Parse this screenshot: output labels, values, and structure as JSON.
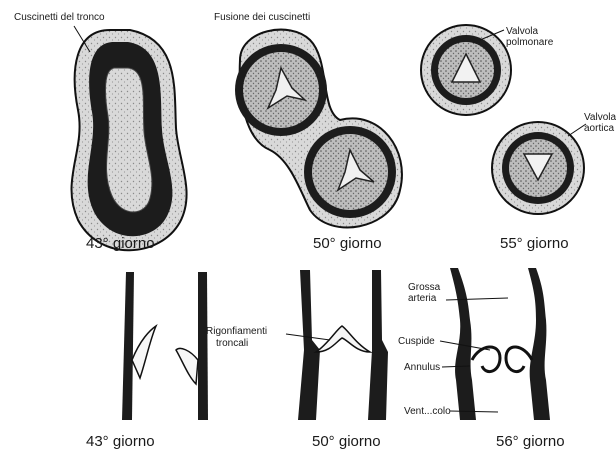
{
  "top_row": {
    "panel_43": {
      "label": "Cuscinetti del tronco",
      "day": "43° giorno"
    },
    "panel_50": {
      "label": "Fusione dei cuscinetti",
      "day": "50° giorno"
    },
    "panel_55": {
      "label_pulmonary": [
        "Valvola",
        "polmonare"
      ],
      "label_aortic": [
        "Valvola",
        "aortica"
      ],
      "day": "55° giorno"
    }
  },
  "bottom_row": {
    "panel_43": {
      "day": "43° giorno"
    },
    "panel_50": {
      "label_swellings": [
        "Rigonfiamenti",
        "troncali"
      ],
      "day": "50° giorno"
    },
    "panel_56": {
      "label_artery": [
        "Grossa",
        "arteria"
      ],
      "label_cusp": "Cuspide",
      "label_annulus": "Annulus",
      "label_ventricle": "Vent...colo",
      "day": "56° giorno"
    }
  }
}
